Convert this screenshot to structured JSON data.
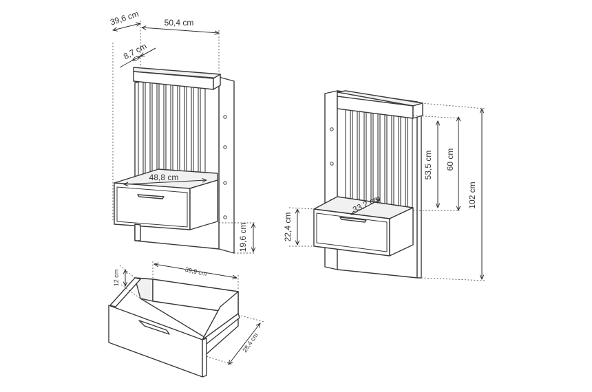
{
  "dimensions": {
    "left_depth": "39,6 cm",
    "left_width": "50,4 cm",
    "left_top_depth": "8,7 cm",
    "left_shelf_width": "48,8 cm",
    "left_drawer_height": "19,6 cm",
    "right_shelf_depth": "33,2 cm",
    "right_shelf_height": "22,4 cm",
    "right_slat_height": "53,5 cm",
    "right_headboard_height": "60 cm",
    "right_total_height": "102 cm",
    "drawer_width": "39,9 cm",
    "drawer_height": "12 cm",
    "drawer_depth": "28,4 cm"
  }
}
